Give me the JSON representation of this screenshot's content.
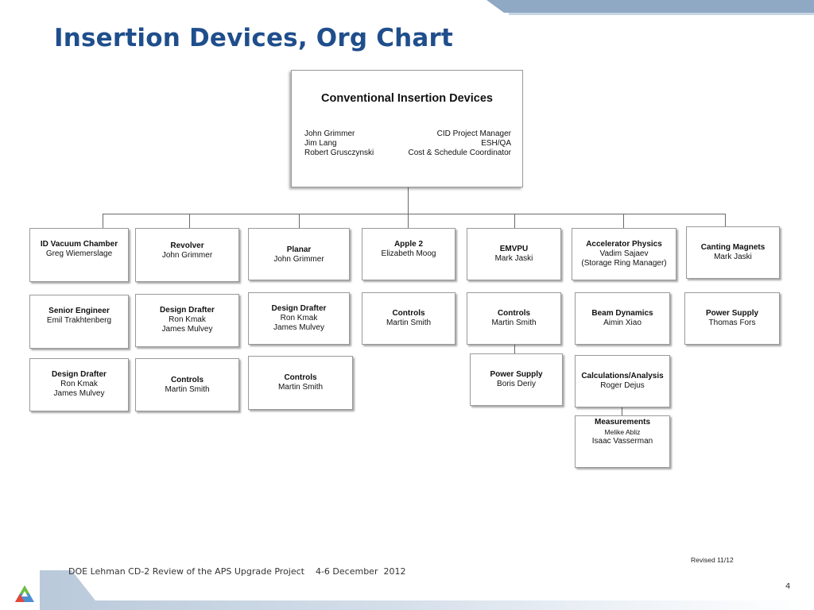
{
  "slide": {
    "title": "Insertion Devices, Org Chart",
    "revised": "Revised 11/12",
    "footer": "DOE Lehman CD-2 Review of the APS Upgrade Project    4-6 December  2012",
    "page_number": "4"
  },
  "top": {
    "title": "Conventional Insertion Devices",
    "staff": [
      {
        "name": "John Grimmer",
        "role": "CID Project Manager"
      },
      {
        "name": "Jim Lang",
        "role": "ESH/QA"
      },
      {
        "name": "Robert Grusczynski",
        "role": "Cost & Schedule Coordinator"
      }
    ]
  },
  "groups": [
    {
      "head": {
        "title": "ID Vacuum Chamber",
        "lines": [
          "Greg Wiemerslage"
        ]
      },
      "subs": [
        {
          "title": "Senior Engineer",
          "lines": [
            "Emil Trakhtenberg"
          ]
        },
        {
          "title": "Design Drafter",
          "lines": [
            "Ron Kmak",
            "James Mulvey"
          ]
        }
      ]
    },
    {
      "head": {
        "title": "Revolver",
        "lines": [
          "John Grimmer"
        ]
      },
      "subs": [
        {
          "title": "Design Drafter",
          "lines": [
            "Ron Kmak",
            "James Mulvey"
          ]
        },
        {
          "title": "Controls",
          "lines": [
            "Martin Smith"
          ]
        }
      ]
    },
    {
      "head": {
        "title": "Planar",
        "lines": [
          "John Grimmer"
        ]
      },
      "subs": [
        {
          "title": "Design Drafter",
          "lines": [
            "Ron Kmak",
            "James Mulvey"
          ]
        },
        {
          "title": "Controls",
          "lines": [
            "Martin Smith"
          ]
        }
      ]
    },
    {
      "head": {
        "title": "Apple 2",
        "lines": [
          "Elizabeth Moog"
        ]
      },
      "subs": [
        {
          "title": "Controls",
          "lines": [
            "Martin Smith"
          ]
        }
      ]
    },
    {
      "head": {
        "title": "EMVPU",
        "lines": [
          "Mark Jaski"
        ]
      },
      "subs": [
        {
          "title": "Controls",
          "lines": [
            "Martin Smith"
          ]
        },
        {
          "title": "Power Supply",
          "lines": [
            "Boris Deriy"
          ]
        }
      ]
    },
    {
      "head": {
        "title": "Accelerator Physics",
        "lines": [
          "Vadim Sajaev",
          "(Storage Ring Manager)"
        ]
      },
      "subs": [
        {
          "title": "Beam Dynamics",
          "lines": [
            "Aimin Xiao"
          ]
        },
        {
          "title": "Calculations/Analysis",
          "lines": [
            "Roger Dejus"
          ]
        },
        {
          "title": "Measurements",
          "lines": [
            "Melike Abliz",
            "Isaac Vasserman"
          ]
        }
      ]
    },
    {
      "head": {
        "title": "Canting Magnets",
        "lines": [
          "Mark Jaski"
        ]
      },
      "subs": [
        {
          "title": "Power Supply",
          "lines": [
            "Thomas Fors"
          ]
        }
      ]
    }
  ]
}
